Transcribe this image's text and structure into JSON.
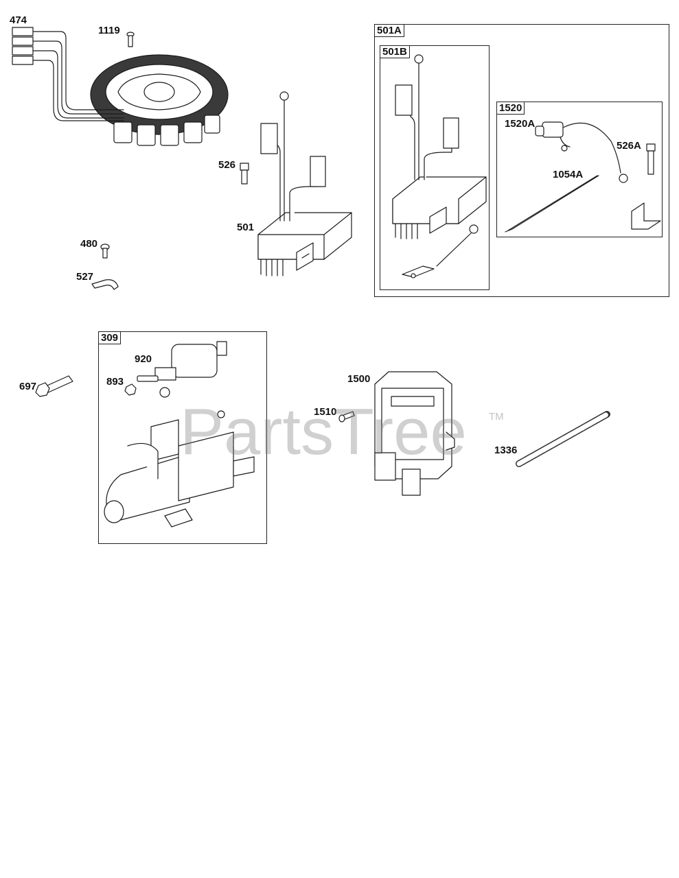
{
  "watermark": {
    "text": "PartsTree",
    "trademark": "TM"
  },
  "callouts": {
    "p474": "474",
    "p1119": "1119",
    "p526": "526",
    "p501": "501",
    "p480": "480",
    "p527": "527",
    "p697": "697",
    "p920": "920",
    "p893": "893",
    "p1500": "1500",
    "p1510": "1510",
    "p1336": "1336",
    "p1520A": "1520A",
    "p526A": "526A",
    "p1054A": "1054A"
  },
  "groups": {
    "g501A": "501A",
    "g501B": "501B",
    "g1520": "1520",
    "g309": "309"
  }
}
